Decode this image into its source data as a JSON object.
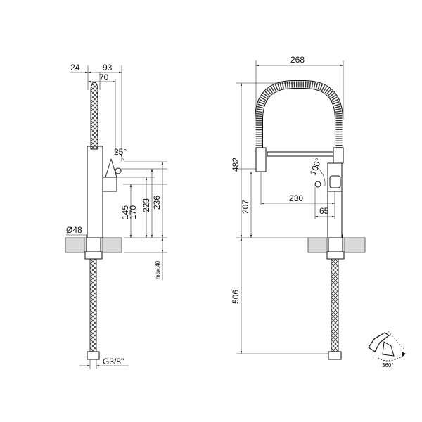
{
  "side_view": {
    "width_top": "24",
    "width_total": "93",
    "width_spout": "70",
    "lever_angle": "25°",
    "diameter": "Ø48",
    "height_outlet": "145",
    "height_lever": "170",
    "height_body": "223",
    "height_top": "236",
    "max_thickness": "max.40",
    "connection": "G3/8\""
  },
  "front_view": {
    "total_width": "268",
    "total_height": "482",
    "spout_height": "207",
    "spout_reach": "230",
    "handle_offset": "65",
    "lever_angle": "100°",
    "hose_length": "506"
  },
  "rotation_icon": {
    "label": "360°",
    "icon": "rotation-icon"
  }
}
